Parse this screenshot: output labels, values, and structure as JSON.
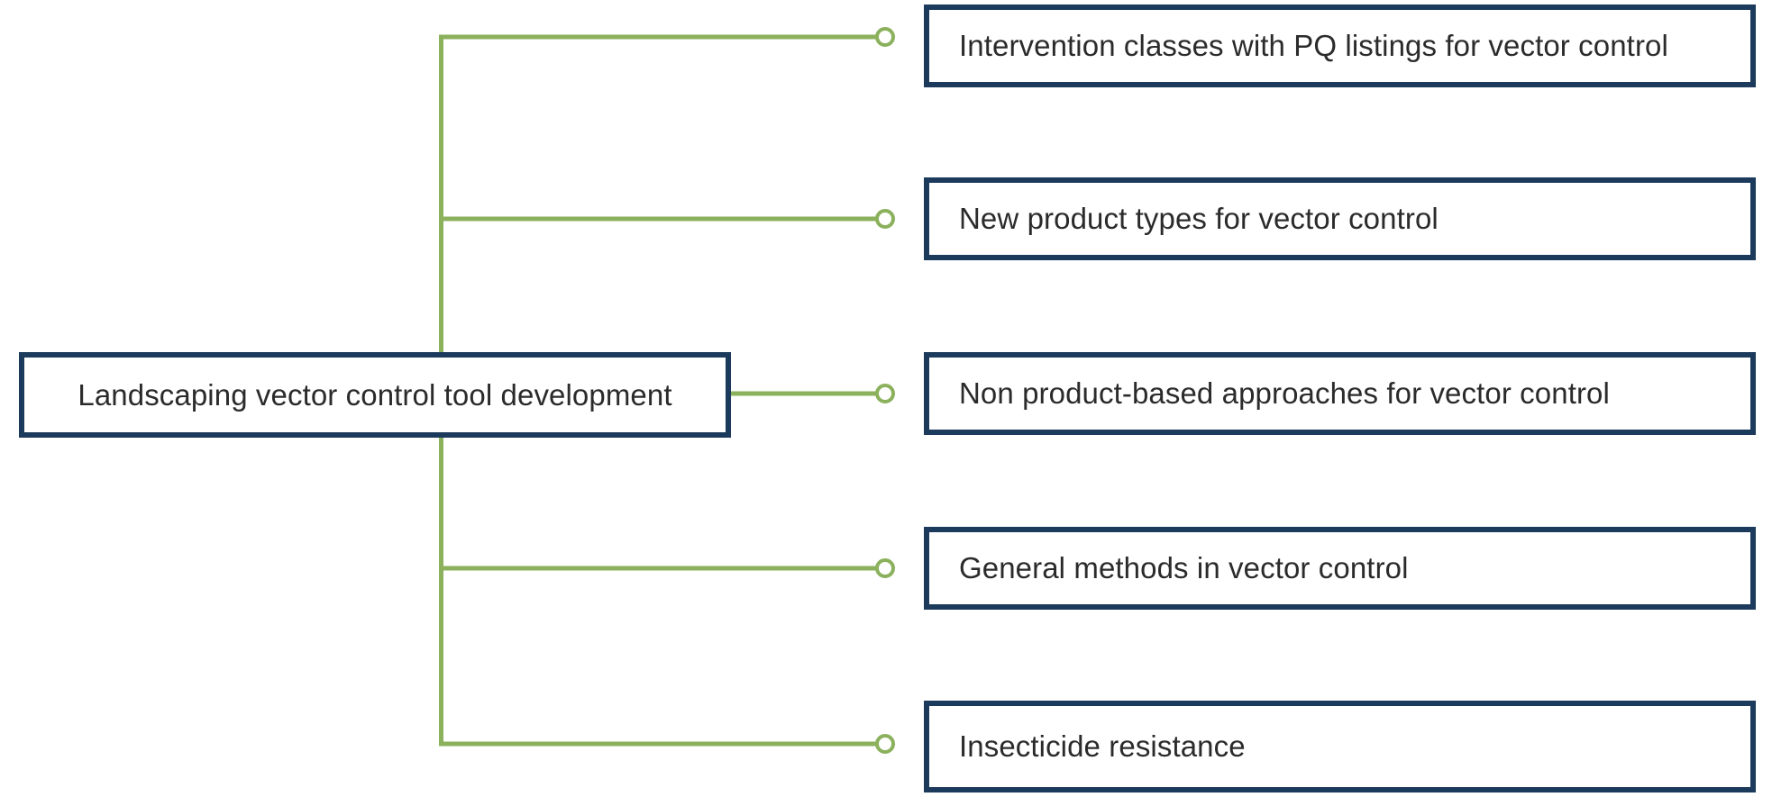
{
  "diagram": {
    "type": "horizontal-tree",
    "title": "Landscaping vector control tool development",
    "colors": {
      "node_border": "#1b3a5c",
      "node_fill": "#ffffff",
      "connector": "#8bb15c",
      "connector_node_fill": "#ffffff",
      "text": "#2b2b2b",
      "background": "#ffffff"
    },
    "root": {
      "label": "Landscaping vector control tool development"
    },
    "children": [
      {
        "label": "Intervention classes with PQ listings for vector control"
      },
      {
        "label": "New product types for vector control"
      },
      {
        "label": "Non product-based approaches for vector control"
      },
      {
        "label": "General methods in vector control"
      },
      {
        "label": "Insecticide resistance"
      }
    ]
  }
}
